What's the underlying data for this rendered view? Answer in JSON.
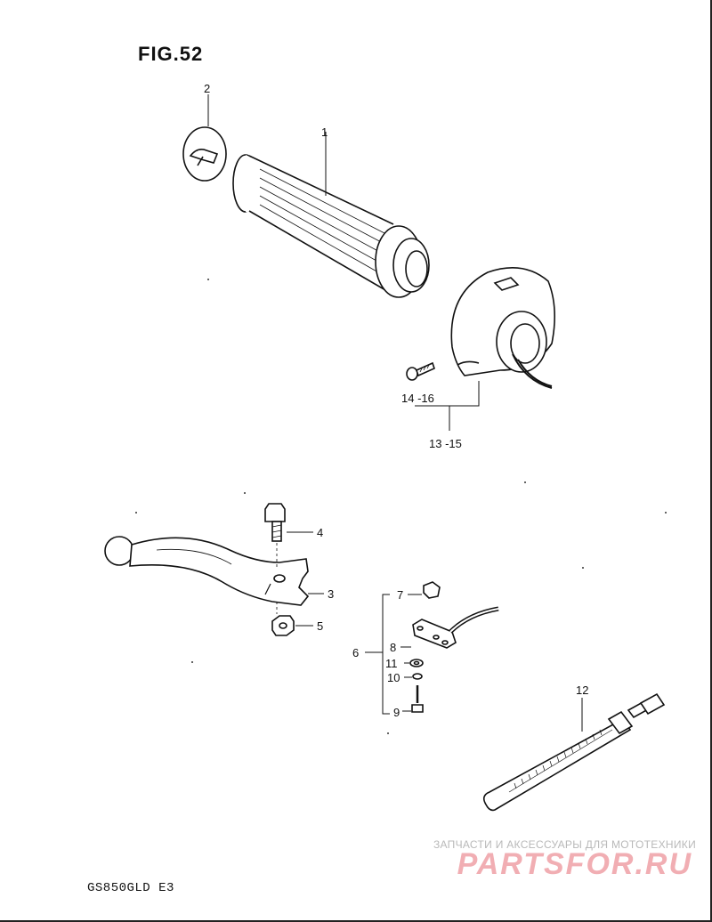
{
  "figure": {
    "title": "FIG.52",
    "model": "GS850GLD E3"
  },
  "callouts": {
    "p1": "1",
    "p2": "2",
    "p3": "3",
    "p4": "4",
    "p5": "5",
    "p6": "6",
    "p7": "7",
    "p8": "8",
    "p9": "9",
    "p10": "10",
    "p11": "11",
    "p12": "12",
    "p13_15": "13 -15",
    "p14_16": "14 -16"
  },
  "watermark": {
    "tagline": "ЗАПЧАСТИ И АКСЕССУАРЫ ДЛЯ МОТОТЕХНИКИ",
    "logo": "PARTSFOR.RU",
    "logo_color": "#f1aeb3"
  }
}
